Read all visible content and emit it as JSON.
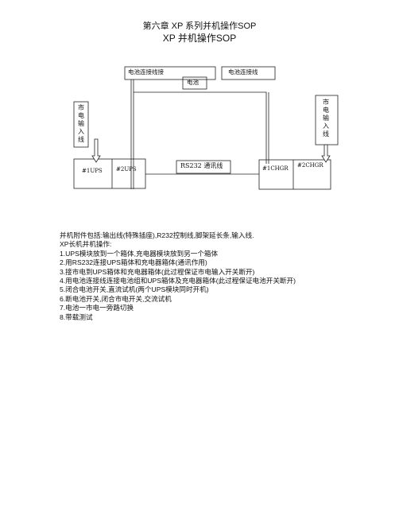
{
  "header": {
    "chapter_title": "第六章  XP  系列并机操作SOP",
    "doc_title": "XP  并机操作SOP"
  },
  "diagram": {
    "battery_link_left": "电池连接线接",
    "battery_link_right": "电池连接线",
    "battery": "电池",
    "mains_input_left": "市电输入线",
    "mains_input_right": "市电输入线",
    "ups1": "#1UPS",
    "ups2": "#2UPS",
    "rs232": "RS232 通讯线",
    "chgr1": "#1CHGR",
    "chgr2": "#2CHGR"
  },
  "body": {
    "accessories": "并机附件包括:输出线(特殊插座),R232控制线,脚架延长条,输入线.",
    "steps_title": "XP长机并机操作:",
    "steps": [
      "1.UPS模块放到一个箱体,充电器模块放到另一个箱体",
      "2.用RS232连接UPS箱体和充电器箱体(通讯作用)",
      "3.接市电到UPS箱体和充电器箱体(此过程保证市电输入开关断开)",
      "4.用电池连接线连接电池组和UPS箱体及充电器箱体(此过程保证电池开关断开)",
      "5.闭合电池开关,直流试机(两个UPS模块同时开机)",
      "6.断电池开关,闭合市电开关,交流试机",
      "7.电池一市电一旁路切换",
      "8.带载测试"
    ]
  }
}
